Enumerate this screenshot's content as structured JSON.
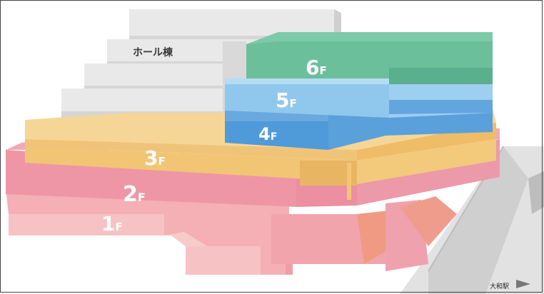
{
  "hall": {
    "label": "ホール棟"
  },
  "floors": [
    {
      "num": "6",
      "suffix": "F"
    },
    {
      "num": "5",
      "suffix": "F"
    },
    {
      "num": "4",
      "suffix": "F"
    },
    {
      "num": "3",
      "suffix": "F"
    },
    {
      "num": "2",
      "suffix": "F"
    },
    {
      "num": "1",
      "suffix": "F"
    }
  ],
  "station": {
    "label": "大和駅"
  },
  "colors": {
    "floor6": "#6bbf9b",
    "floor5": "#8fc8ec",
    "floor4": "#4f9ad8",
    "floor3": "#f2c574",
    "floor2": "#ee96a6",
    "floor1": "#f4b0b4",
    "hall": "#e6e6e6"
  }
}
